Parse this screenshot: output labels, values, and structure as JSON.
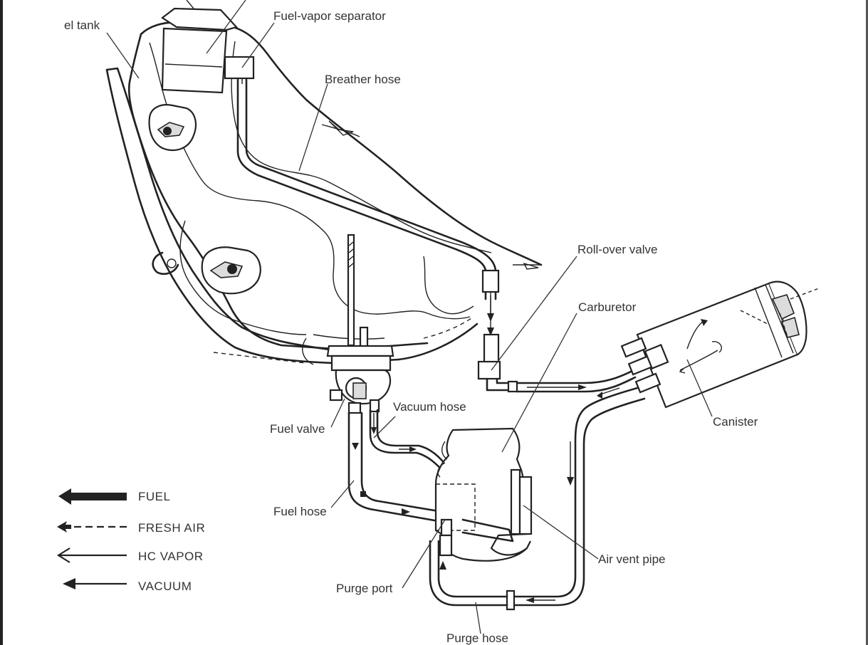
{
  "labels": {
    "fuel_tank": "el tank",
    "fuel_vapor_separator": "Fuel-vapor separator",
    "breather_hose": "Breather hose",
    "roll_over_valve": "Roll-over valve",
    "carburetor": "Carburetor",
    "canister": "Canister",
    "vacuum_hose": "Vacuum hose",
    "fuel_valve": "Fuel valve",
    "fuel_hose": "Fuel hose",
    "air_vent_pipe": "Air vent pipe",
    "purge_port": "Purge port",
    "purge_hose": "Purge hose"
  },
  "legend": [
    {
      "name": "fuel",
      "label": "FUEL",
      "style": "thick-solid-arrow"
    },
    {
      "name": "fresh-air",
      "label": "FRESH AIR",
      "style": "dashed-arrow"
    },
    {
      "name": "hc-vapor",
      "label": "HC VAPOR",
      "style": "thin-solid-arrow"
    },
    {
      "name": "vacuum",
      "label": "VACUUM",
      "style": "solid-arrow-filled-head"
    }
  ]
}
